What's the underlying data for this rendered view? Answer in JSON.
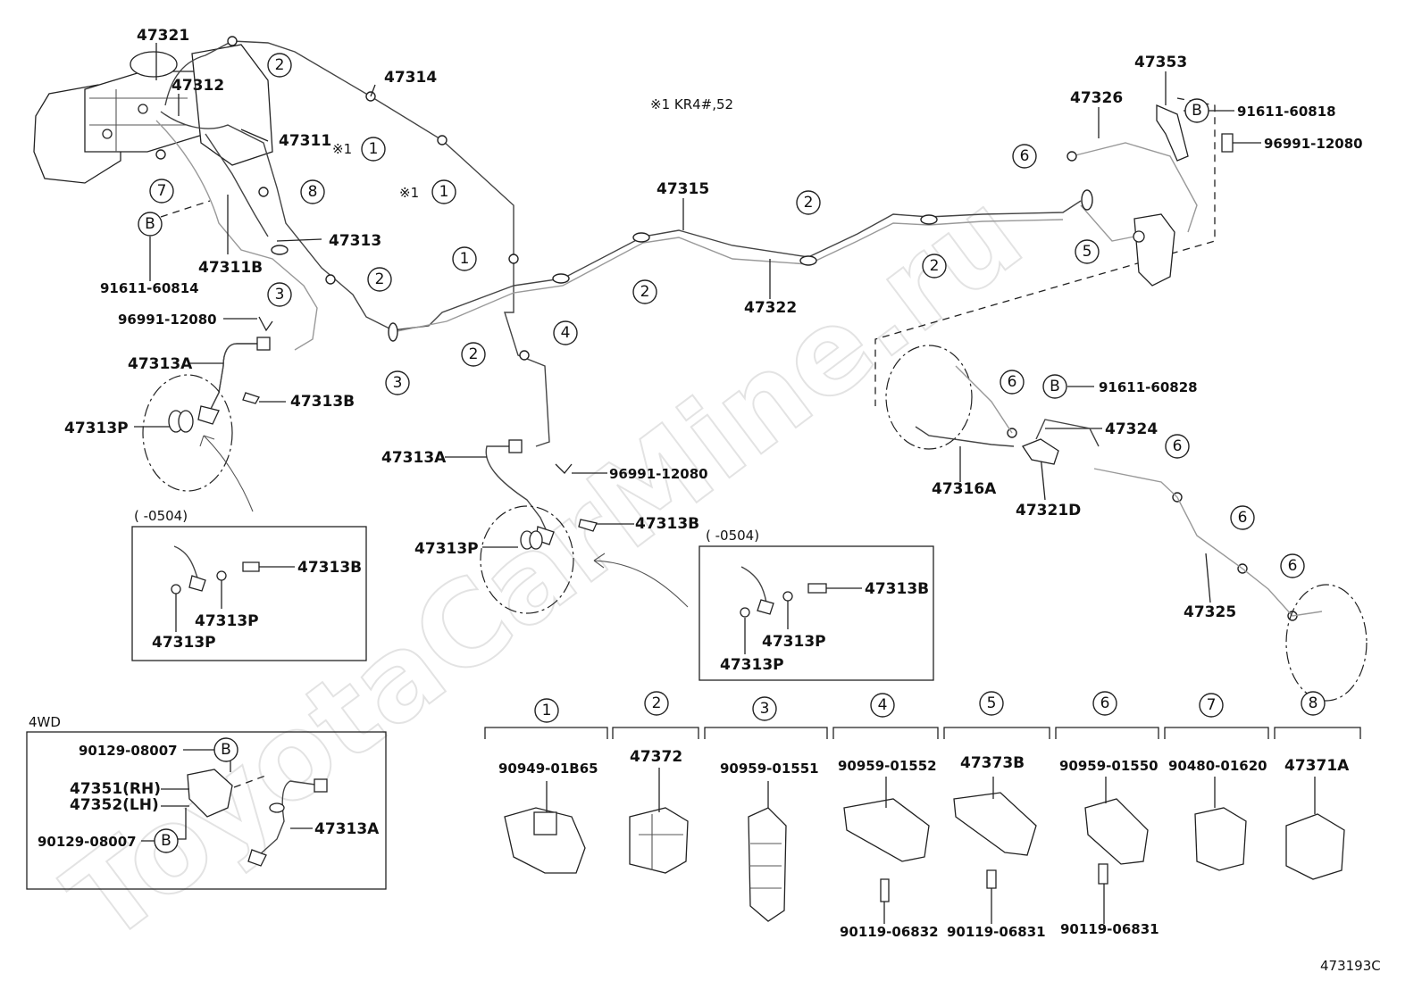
{
  "watermark": "ToyotaCarMine.ru",
  "footer_code": "473193C",
  "note": "※1 KR4#,52",
  "note_mark": "※1",
  "section_4wd": "4WD",
  "inset_left_range": "(      -0504)",
  "inset_mid_range": "(      -0504)",
  "circle_numbers": [
    "1",
    "2",
    "3",
    "4",
    "5",
    "6",
    "7",
    "8"
  ],
  "circle_b": "B",
  "labels": {
    "p47321": "47321",
    "p47312": "47312",
    "p47314": "47314",
    "p47311": "47311",
    "p47313": "47313",
    "p47311B": "47311B",
    "p91611_60814": "91611-60814",
    "p96991_12080_a": "96991-12080",
    "p47313A_a": "47313A",
    "p47313B_a": "47313B",
    "p47313P_a": "47313P",
    "p47315": "47315",
    "p47322": "47322",
    "p47313A_b": "47313A",
    "p96991_12080_b": "96991-12080",
    "p47313B_b": "47313B",
    "p47313P_b": "47313P",
    "p47353": "47353",
    "p47326": "47326",
    "p91611_60818": "91611-60818",
    "p96991_12080_c": "96991-12080",
    "p91611_60828": "91611-60828",
    "p47324": "47324",
    "p47316A": "47316A",
    "p47321D": "47321D",
    "p47325": "47325",
    "inset_l_47313B": "47313B",
    "inset_l_47313P_1": "47313P",
    "inset_l_47313P_2": "47313P",
    "inset_m_47313B": "47313B",
    "inset_m_47313P_1": "47313P",
    "inset_m_47313P_2": "47313P",
    "p90129_08007_a": "90129-08007",
    "p47351": "47351(RH)",
    "p47352": "47352(LH)",
    "p90129_08007_b": "90129-08007",
    "p47313A_c": "47313A"
  },
  "clamps": [
    {
      "num": "1",
      "part": "90949-01B65",
      "bolt": ""
    },
    {
      "num": "2",
      "part": "47372",
      "bolt": ""
    },
    {
      "num": "3",
      "part": "90959-01551",
      "bolt": ""
    },
    {
      "num": "4",
      "part": "90959-01552",
      "bolt": "90119-06832"
    },
    {
      "num": "5",
      "part": "47373B",
      "bolt": "90119-06831"
    },
    {
      "num": "6",
      "part": "90959-01550",
      "bolt": "90119-06831"
    },
    {
      "num": "7",
      "part": "90480-01620",
      "bolt": ""
    },
    {
      "num": "8",
      "part": "47371A",
      "bolt": ""
    }
  ]
}
